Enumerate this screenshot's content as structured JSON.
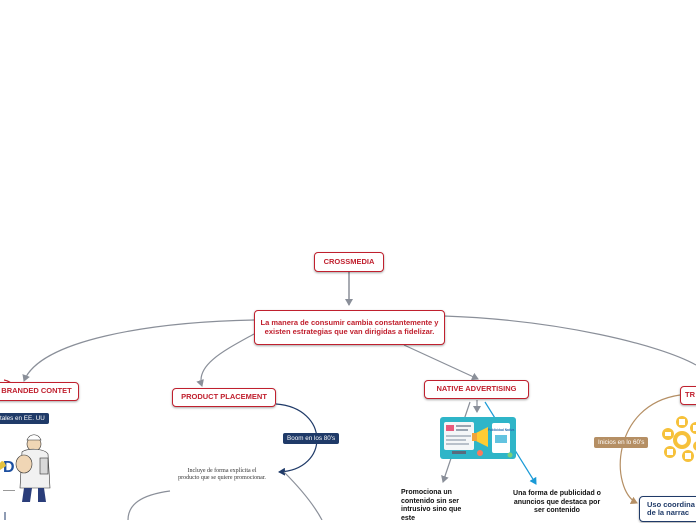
{
  "nodes": {
    "crossmedia": "CROSSMEDIA",
    "central": "La manera de consumir cambia constantemente y existen estrategias que van dirigidas a fidelizar.",
    "branded": "BRANDED CONTET",
    "product_placement": "PRODUCT PLACEMENT",
    "native_advertising": "NATIVE ADVERTISING",
    "transmedia_partial": "TR",
    "uso_coordinado": "Uso coordina de la narrac"
  },
  "tags": {
    "boom_80s": "Boom en los 80's",
    "inicios_60s": "Inicios en lo 60's",
    "digitales_eeuu": "tales en EE. UU"
  },
  "texts": {
    "product_placement_desc": "Incluye de forma explícita el producto que se quiere promocionar.",
    "promociona": "Promociona un contenido sin ser intrusivo sino que este",
    "una_forma": "Una forma de publicidad o anuncios que destaca por ser contenido"
  },
  "image_labels": {
    "publicidad_nativa": "Publicidad Nativa",
    "popeye_letter": "D"
  },
  "icons": [
    "branded-content-popeye-image",
    "native-advertising-illustration",
    "transmedia-icons-cluster"
  ],
  "colors": {
    "node_border": "#c0202e",
    "navy": "#1f3a68",
    "tan": "#b58f64",
    "connector": "#8a8f99",
    "blue_arrow": "#1a9ad6"
  }
}
